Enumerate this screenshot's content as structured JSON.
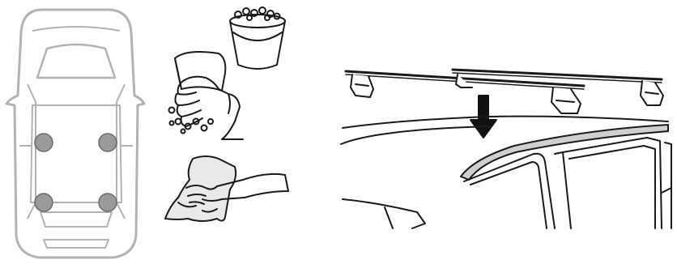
{
  "figure": {
    "panels": [
      {
        "id": "car-top-view",
        "mount_points": 4
      },
      {
        "id": "cleaning-steps",
        "steps": [
          "wash",
          "wipe-dry"
        ]
      },
      {
        "id": "roof-bar-installation",
        "bars": 2,
        "arrow": "down"
      }
    ]
  },
  "colors": {
    "line": "#1a1a1a",
    "car_outline": "#b3b3b3",
    "car_fill": "#ffffff",
    "mount_point": "#9a9a9a",
    "mount_point_stroke": "#6a6a6a",
    "arrow": "#111111",
    "rail": "#cfcfcf"
  }
}
